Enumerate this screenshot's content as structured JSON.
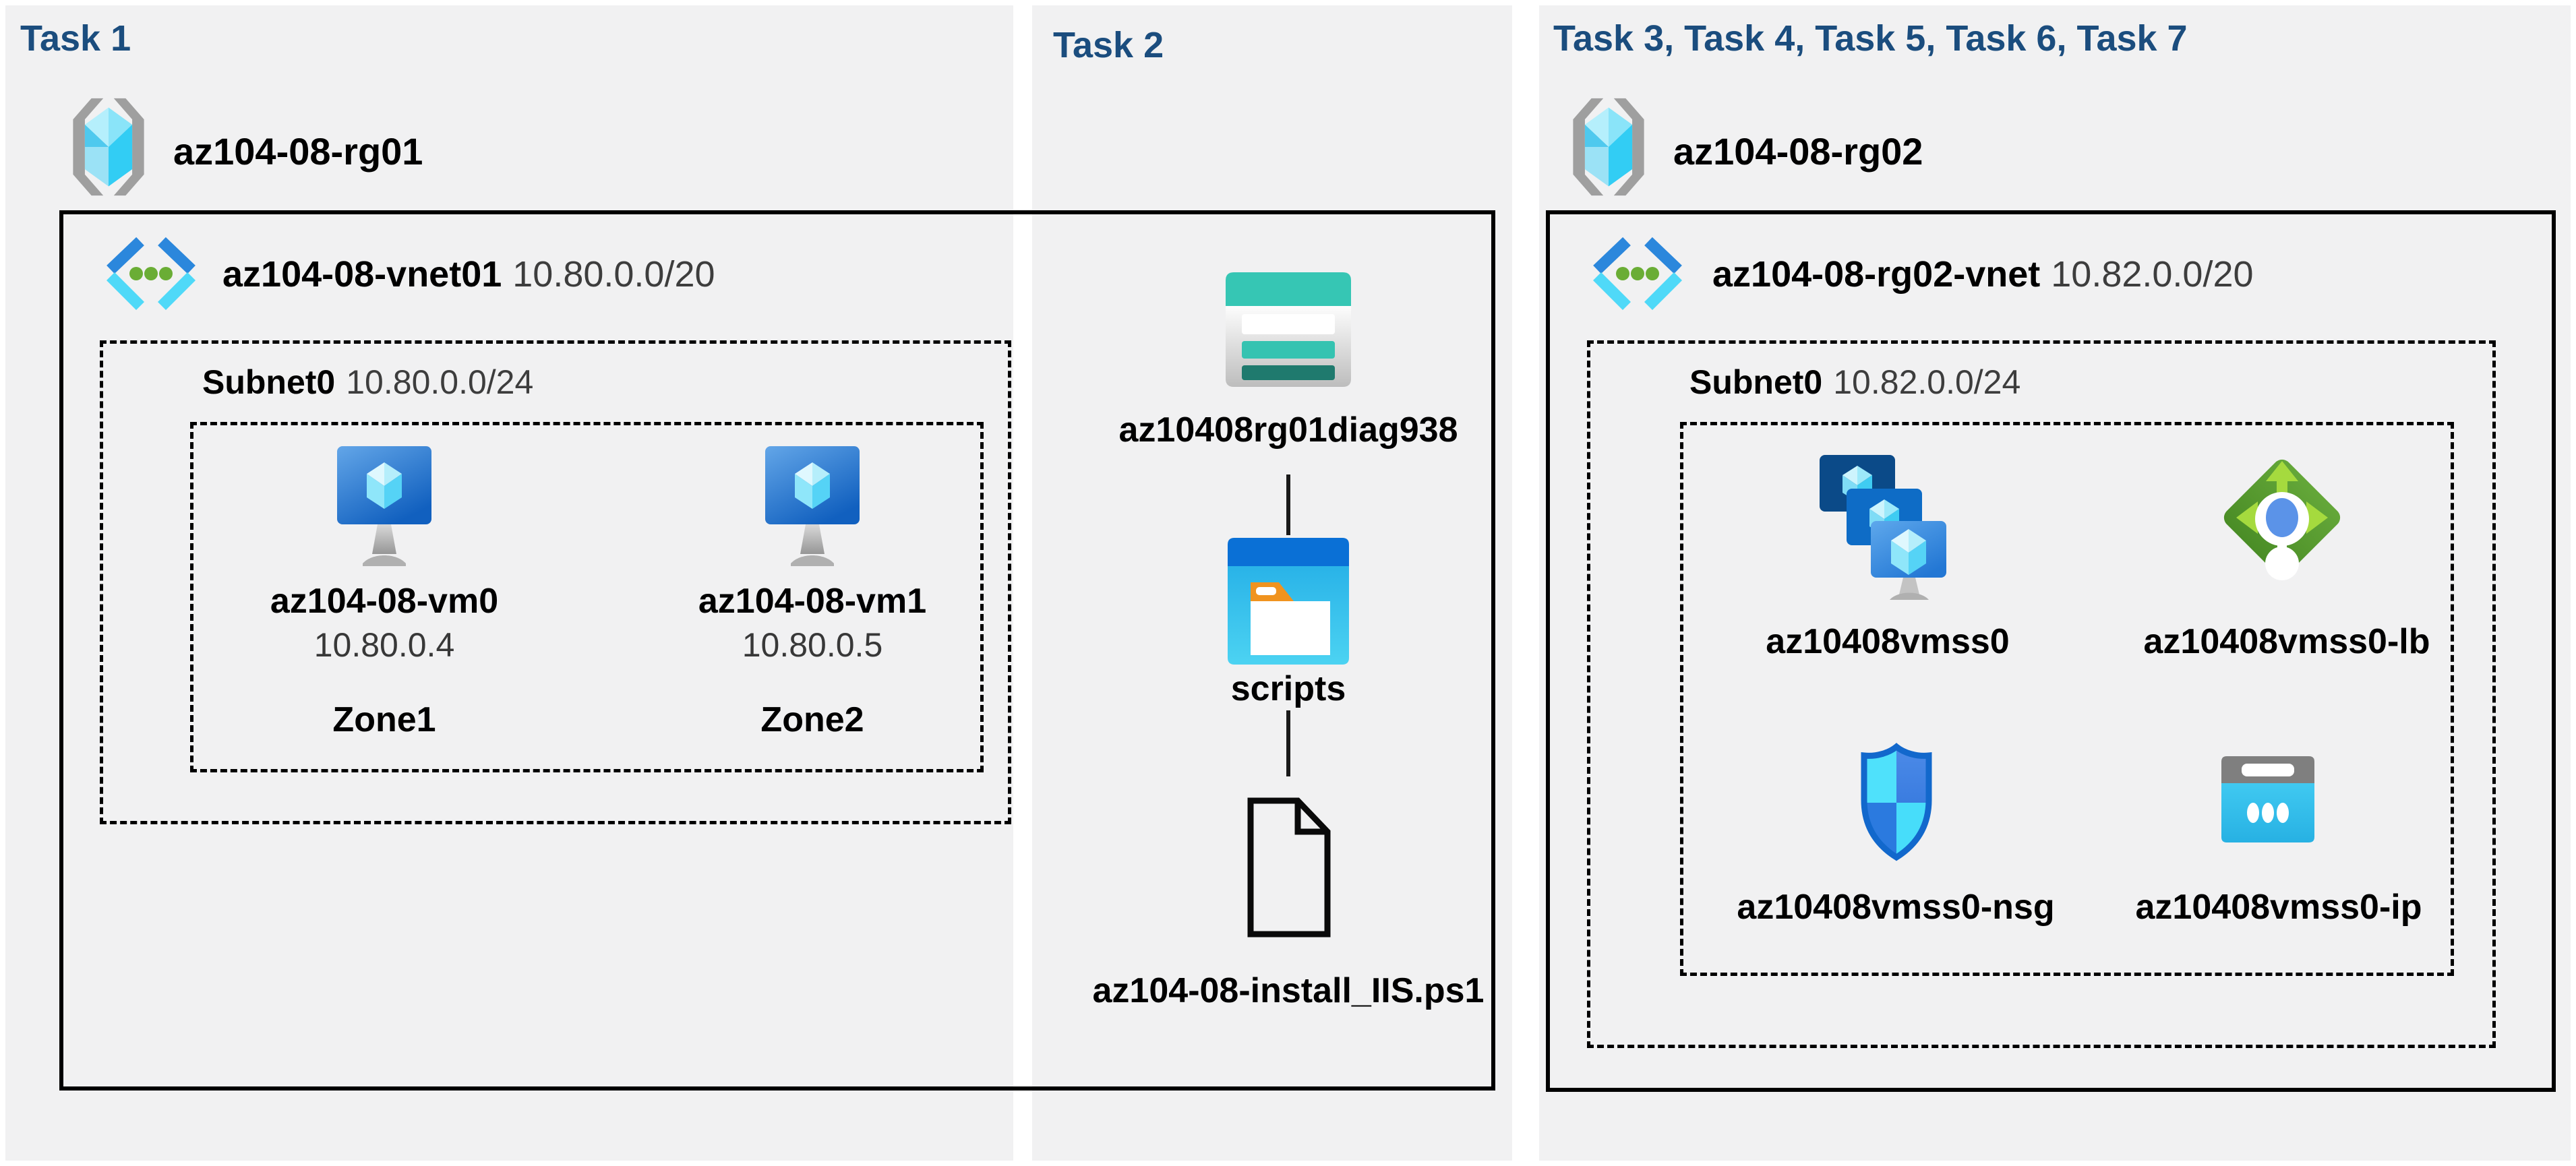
{
  "colors": {
    "panel_bg": "#f1f1f2",
    "title_navy": "#1b4d7e",
    "label_black": "#000000",
    "secondary_text": "#3d3d3d",
    "border_black": "#000000"
  },
  "panels": [
    {
      "title": "Task 1",
      "resource_group": {
        "name": "az104-08-rg01"
      },
      "vnet": {
        "name": "az104-08-vnet01",
        "cidr": "10.80.0.0/20"
      },
      "subnet": {
        "name": "Subnet0",
        "cidr": "10.80.0.0/24"
      },
      "vms": [
        {
          "name": "az104-08-vm0",
          "ip": "10.80.0.4",
          "zone": "Zone1"
        },
        {
          "name": "az104-08-vm1",
          "ip": "10.80.0.5",
          "zone": "Zone2"
        }
      ]
    },
    {
      "title": "Task 2",
      "storage_account": {
        "name": "az10408rg01diag938"
      },
      "container": {
        "name": "scripts"
      },
      "file": {
        "name": "az104-08-install_IIS.ps1"
      }
    },
    {
      "title": "Task 3, Task 4, Task 5, Task 6, Task 7",
      "resource_group": {
        "name": "az104-08-rg02"
      },
      "vnet": {
        "name": "az104-08-rg02-vnet",
        "cidr": "10.82.0.0/20"
      },
      "subnet": {
        "name": "Subnet0",
        "cidr": "10.82.0.0/24"
      },
      "resources": [
        {
          "name": "az10408vmss0",
          "type": "vm-scale-set"
        },
        {
          "name": "az10408vmss0-lb",
          "type": "load-balancer"
        },
        {
          "name": "az10408vmss0-nsg",
          "type": "network-security-group"
        },
        {
          "name": "az10408vmss0-ip",
          "type": "public-ip"
        }
      ]
    }
  ]
}
